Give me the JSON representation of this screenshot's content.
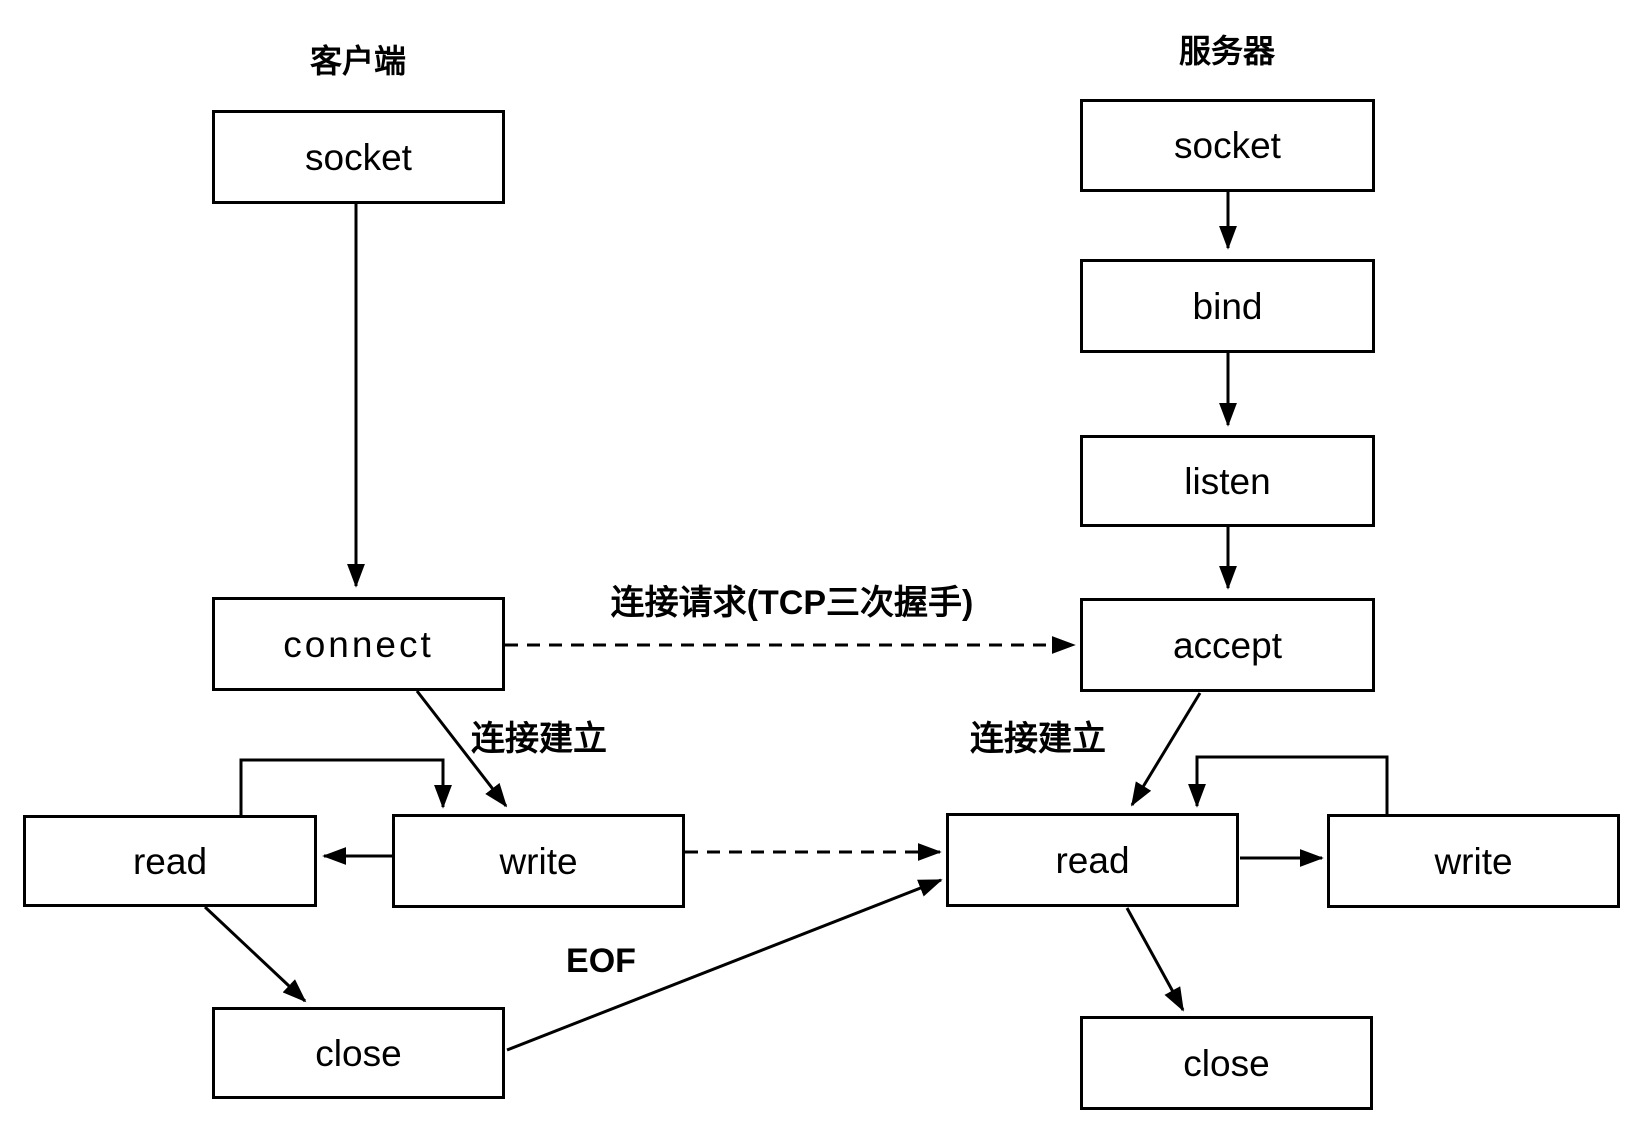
{
  "diagram": {
    "client": {
      "title": "客户端"
    },
    "server": {
      "title": "服务器"
    },
    "nodes": {
      "client_socket": "socket",
      "client_connect": "connect",
      "client_read": "read",
      "client_write": "write",
      "client_close": "close",
      "server_socket": "socket",
      "server_bind": "bind",
      "server_listen": "listen",
      "server_accept": "accept",
      "server_read": "read",
      "server_write": "write",
      "server_close": "close"
    },
    "edges": {
      "connect_request": "连接请求(TCP三次握手)",
      "established_client": "连接建立",
      "established_server": "连接建立",
      "eof": "EOF"
    },
    "colors": {
      "line": "#000000",
      "box_border": "#000000",
      "box_fill": "#ffffff",
      "text": "#000000",
      "background": "#ffffff"
    }
  }
}
